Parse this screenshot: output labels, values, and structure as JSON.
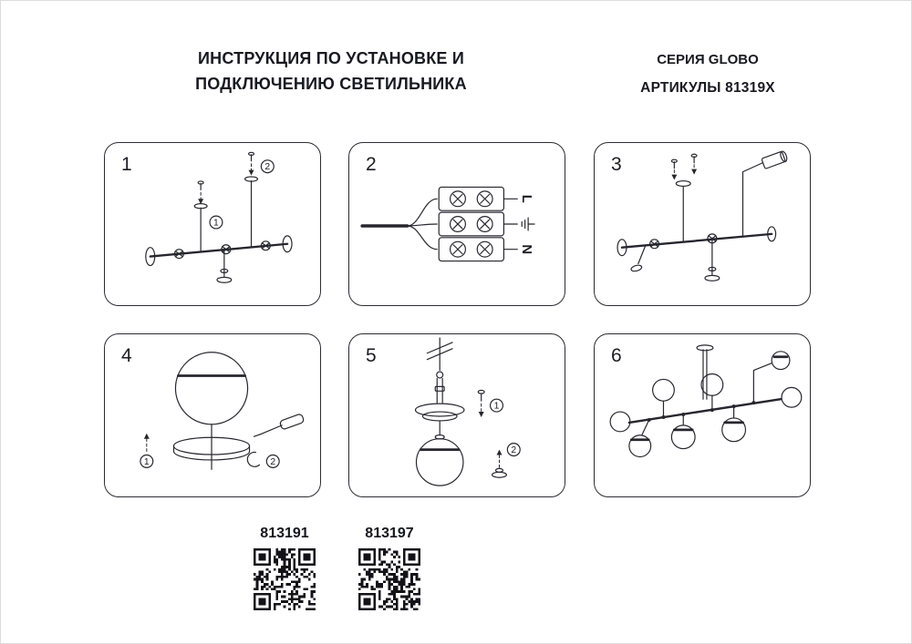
{
  "document": {
    "title_line1": "ИНСТРУКЦИЯ ПО УСТАНОВКЕ И",
    "title_line2": "ПОДКЛЮЧЕНИЮ СВЕТИЛЬНИКА",
    "series_label": "СЕРИЯ GLOBO",
    "articles_label": "АРТИКУЛЫ 81319X",
    "ink_color": "#26262e",
    "background": "#ffffff"
  },
  "steps": [
    {
      "number": "1",
      "ann": {
        "a": "2",
        "b": "1"
      }
    },
    {
      "number": "2",
      "labels": {
        "line": "L",
        "ground_icon": "⏚",
        "neutral": "N"
      }
    },
    {
      "number": "3"
    },
    {
      "number": "4",
      "ann": {
        "a": "1",
        "b": "2"
      }
    },
    {
      "number": "5",
      "ann": {
        "a": "1",
        "b": "2"
      }
    },
    {
      "number": "6"
    }
  ],
  "qr": [
    {
      "code_label": "813191"
    },
    {
      "code_label": "813197"
    }
  ]
}
